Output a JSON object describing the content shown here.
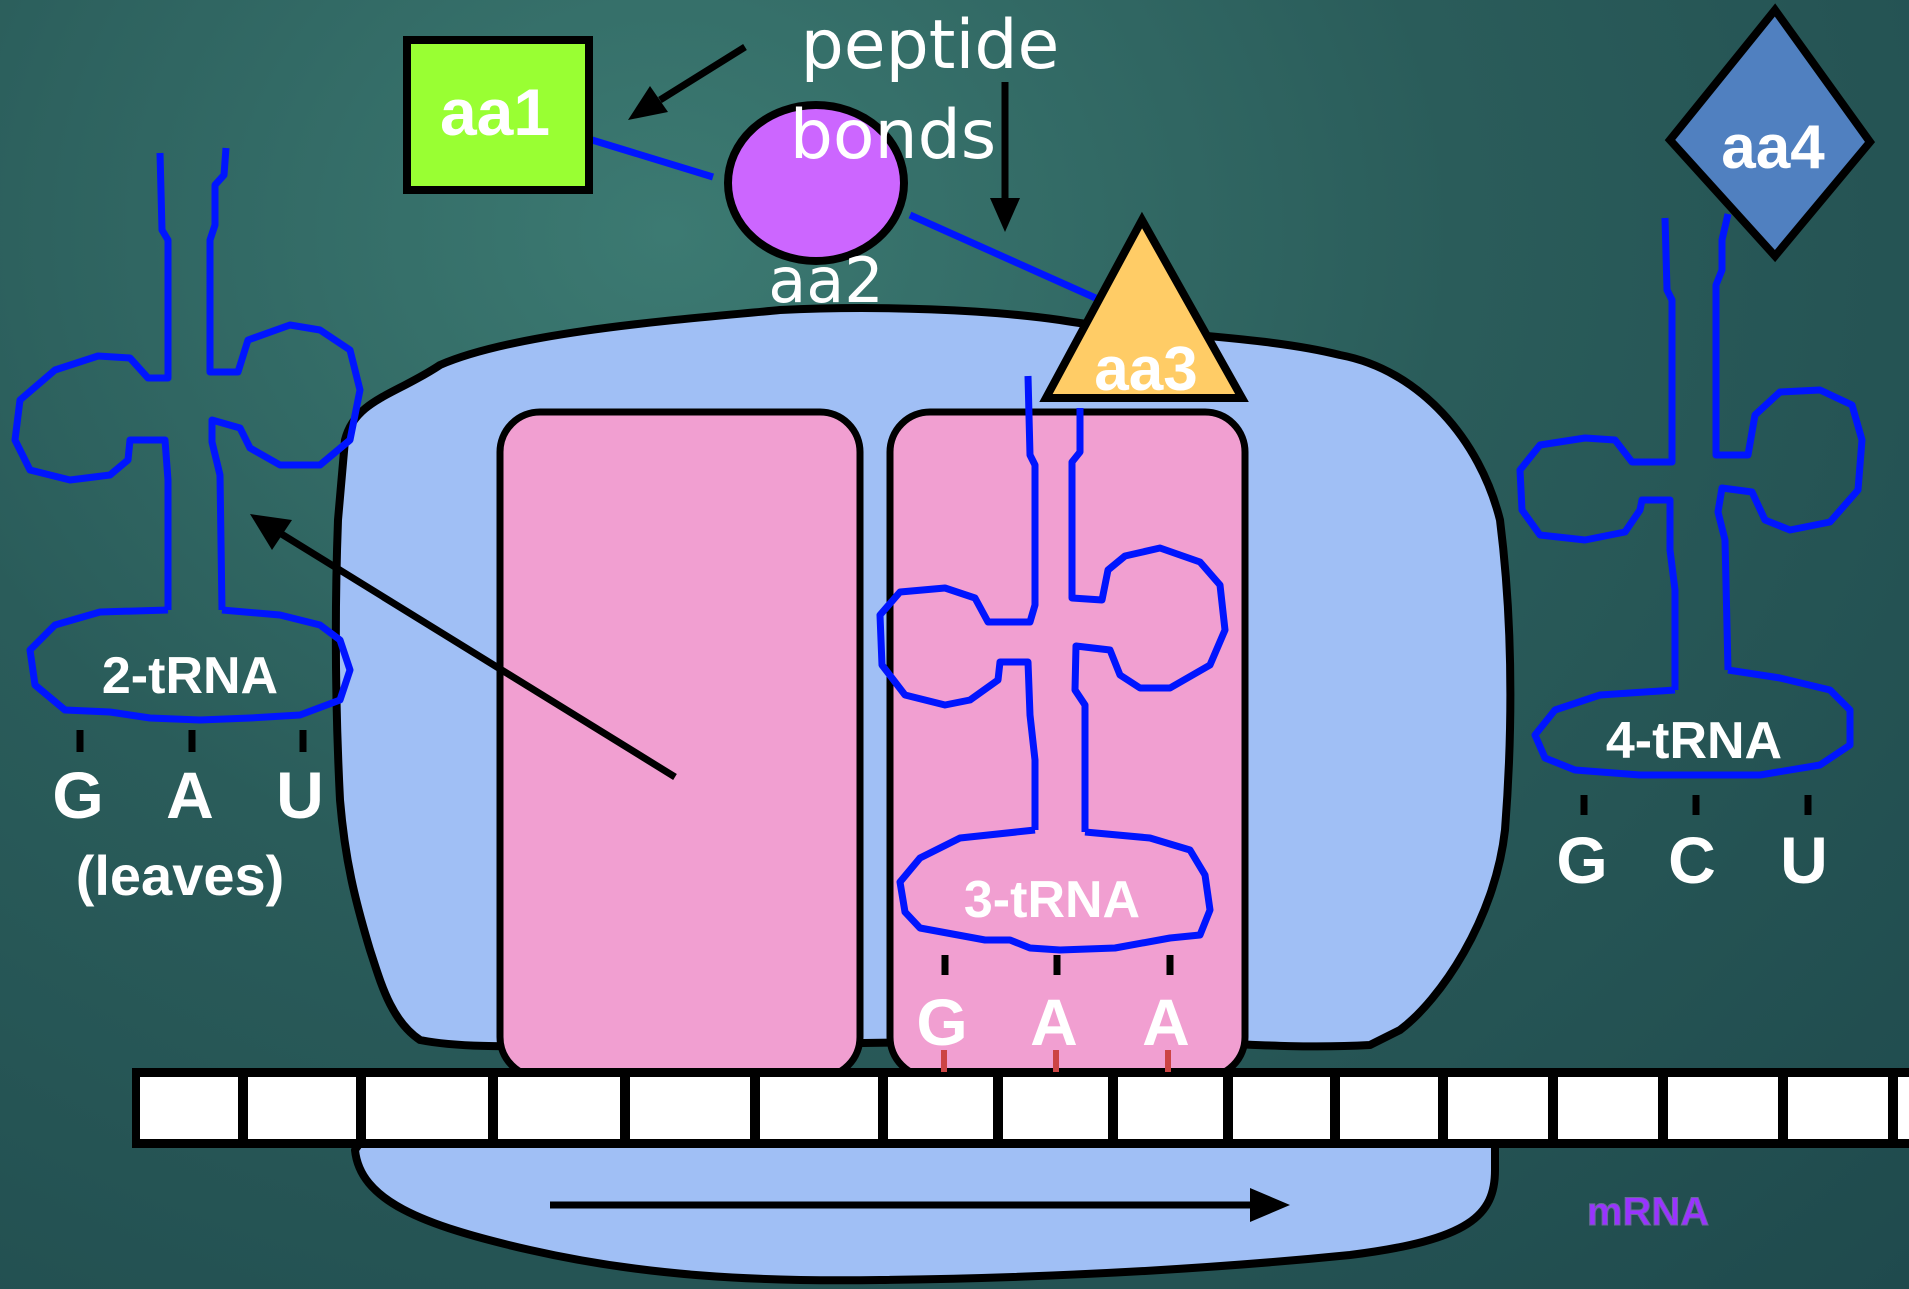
{
  "amino_acids": {
    "aa1": "aa1",
    "aa2": "aa2",
    "aa3": "aa3",
    "aa4": "aa4"
  },
  "annotation": {
    "peptide": "peptide",
    "bonds": "bonds"
  },
  "trna": {
    "left": {
      "label": "2-tRNA",
      "bases": [
        "G",
        "A",
        "U"
      ],
      "note": "(leaves)"
    },
    "middle": {
      "label": "3-tRNA",
      "bases": [
        "G",
        "A",
        "A"
      ]
    },
    "right": {
      "label": "4-tRNA",
      "bases": [
        "G",
        "C",
        "U"
      ]
    }
  },
  "mrna_label": "mRNA",
  "colors": {
    "background": "#2a5c5a",
    "ribosome": "#a0bff5",
    "site": "#f19fd1",
    "trna_stroke": "#0015ff",
    "aa1": "#99ff33",
    "aa2": "#cc66ff",
    "aa3": "#ffcc66",
    "aa4": "#5080c0",
    "mrna_label": "#9933ff",
    "base_tick": "#cc4444"
  }
}
